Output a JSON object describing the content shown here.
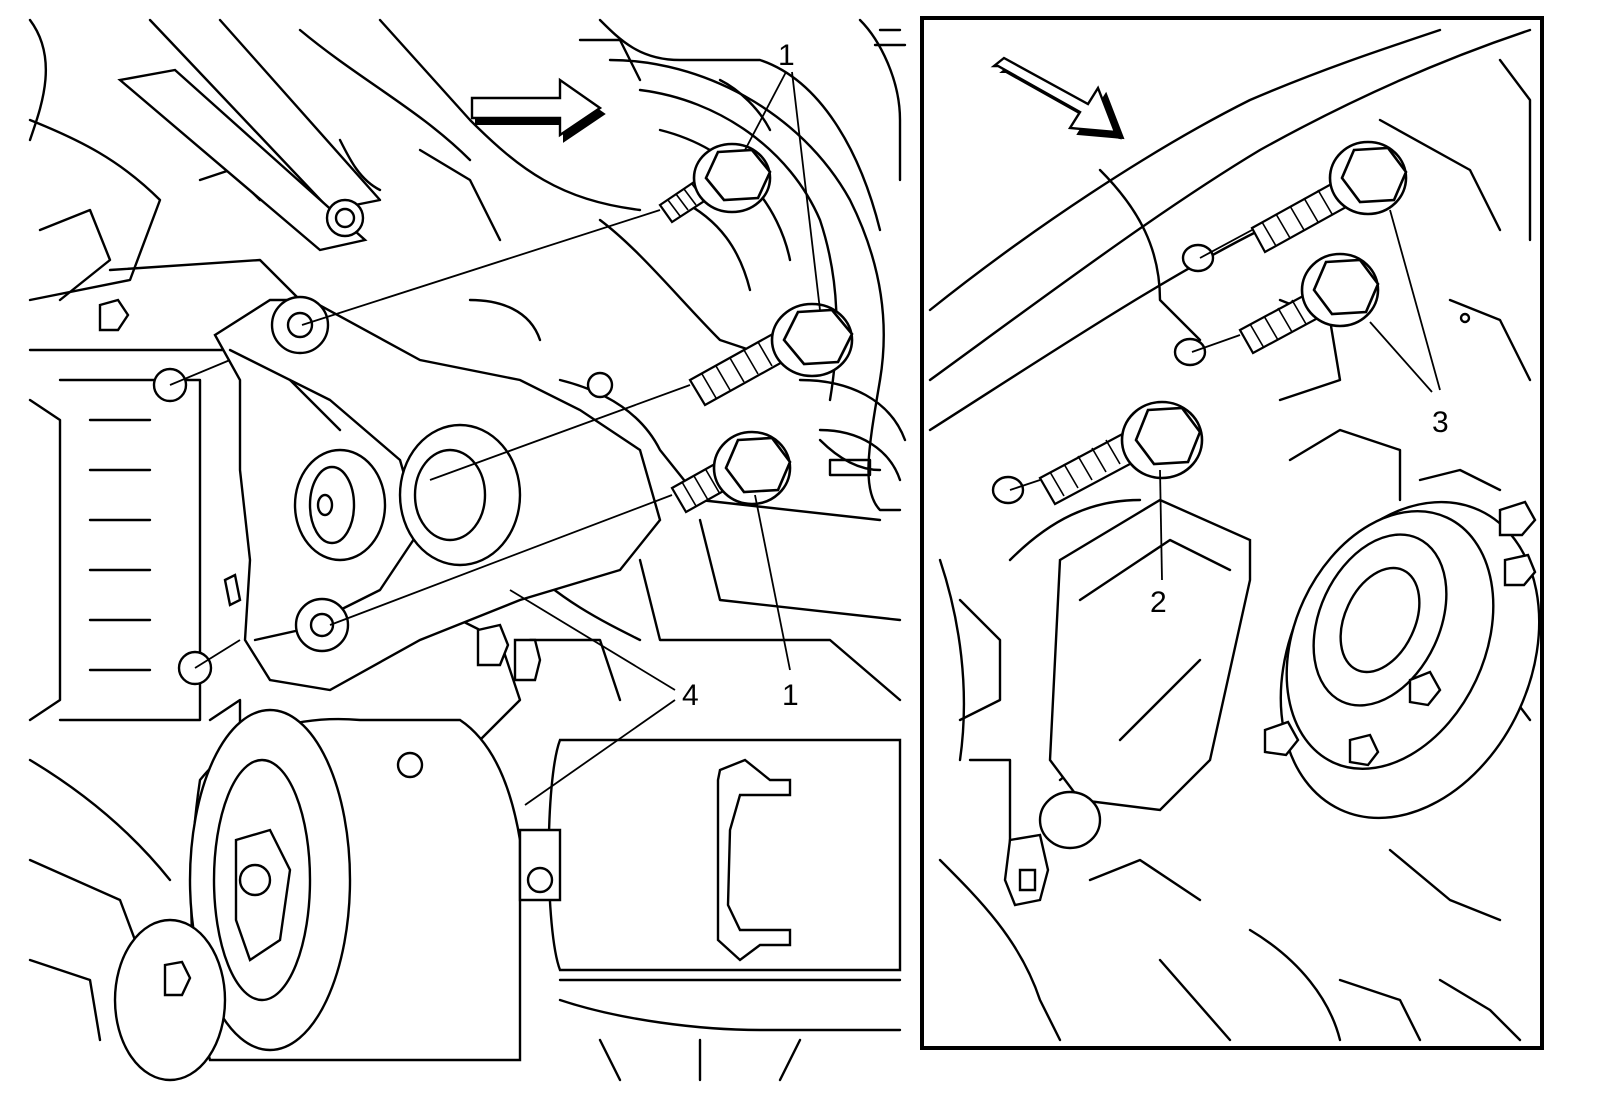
{
  "figure": {
    "callouts": {
      "c1_top": "1",
      "c1_bottom": "1",
      "c2": "2",
      "c3": "3",
      "c4": "4"
    },
    "icons": {
      "view_direction_arrow": "view-direction-arrow-icon",
      "inset_direction_arrow": "inset-direction-arrow-icon"
    }
  }
}
